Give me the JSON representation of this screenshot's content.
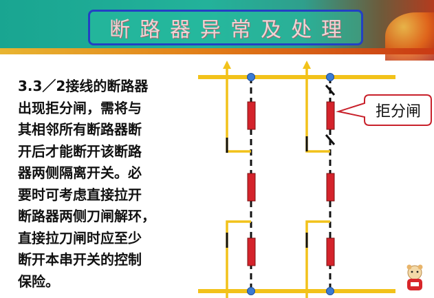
{
  "header": {
    "title": "断路器异常及处理"
  },
  "content": {
    "lines": [
      "3.3／2接线的断路器",
      "出现拒分闸，需将与",
      "其相邻所有断路器断",
      "开后才能断开该断路",
      "器两侧隔离开关。必",
      "要时可考虑直接拉开",
      "断路器两侧刀闸解环，",
      "直接拉刀闸时应至少",
      "断开本串开关的控制",
      "保险。"
    ]
  },
  "diagram": {
    "callout_label": "拒分闸",
    "colors": {
      "bus": "#f2c21a",
      "breaker": "#d4232b",
      "node": "#3a7bd5",
      "callout_border": "#c8202a",
      "header_border": "#2340c4"
    }
  }
}
